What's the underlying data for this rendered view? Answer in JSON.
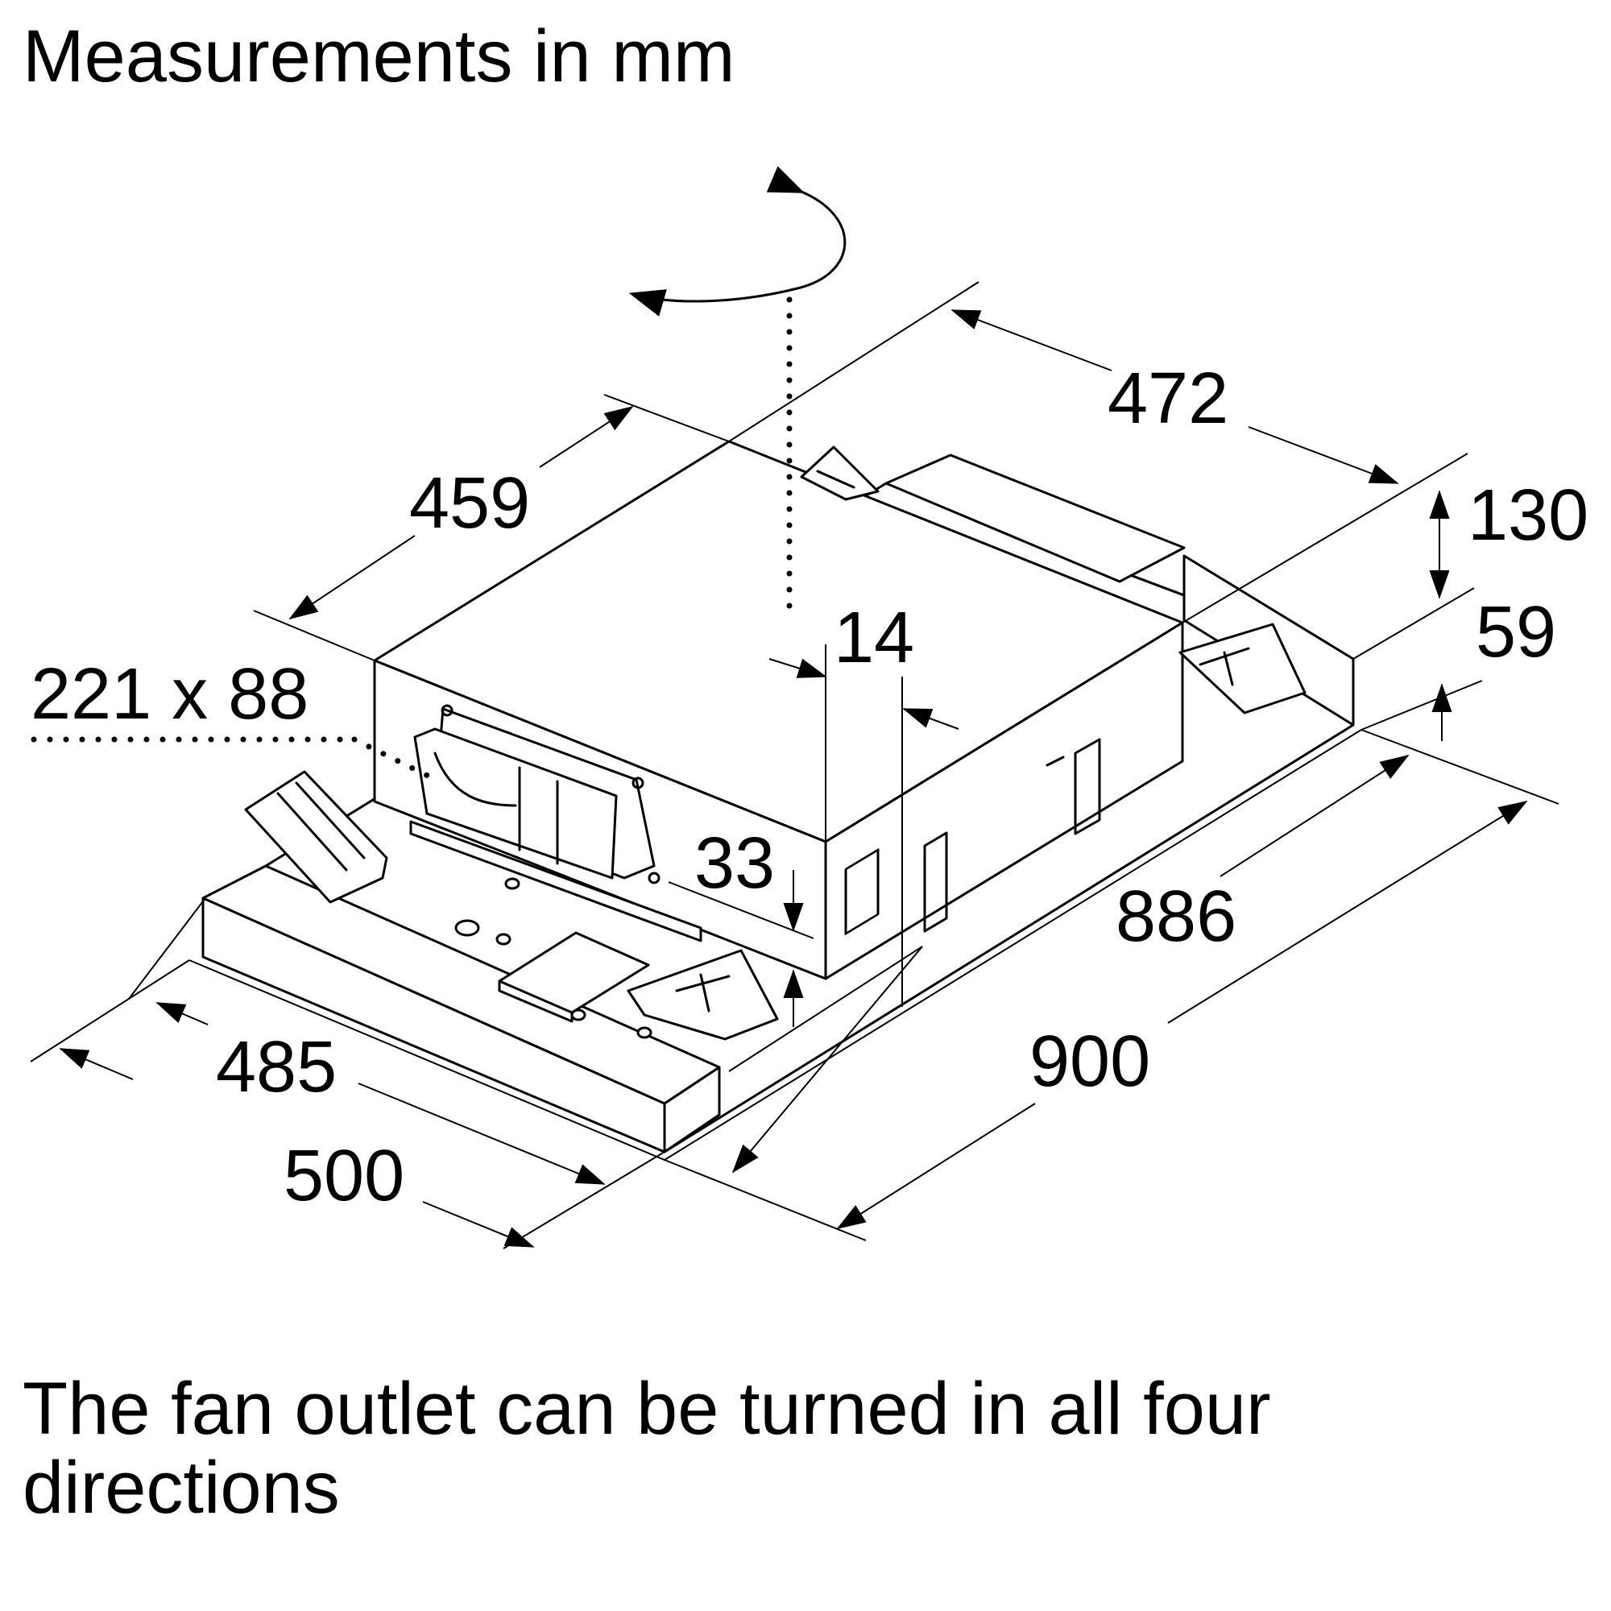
{
  "heading": "Measurements in mm",
  "footer": "The fan outlet can be turned in all four directions",
  "dimensions": {
    "top_depth": "472",
    "top_width": "459",
    "height_total": "130",
    "height_frame": "59",
    "outlet_size": "221 x 88",
    "offset_14": "14",
    "offset_33": "33",
    "inner_width": "886",
    "outer_width": "900",
    "inner_depth": "485",
    "outer_depth": "500"
  },
  "icons": {
    "rotation": "rotation-arrow-icon"
  }
}
